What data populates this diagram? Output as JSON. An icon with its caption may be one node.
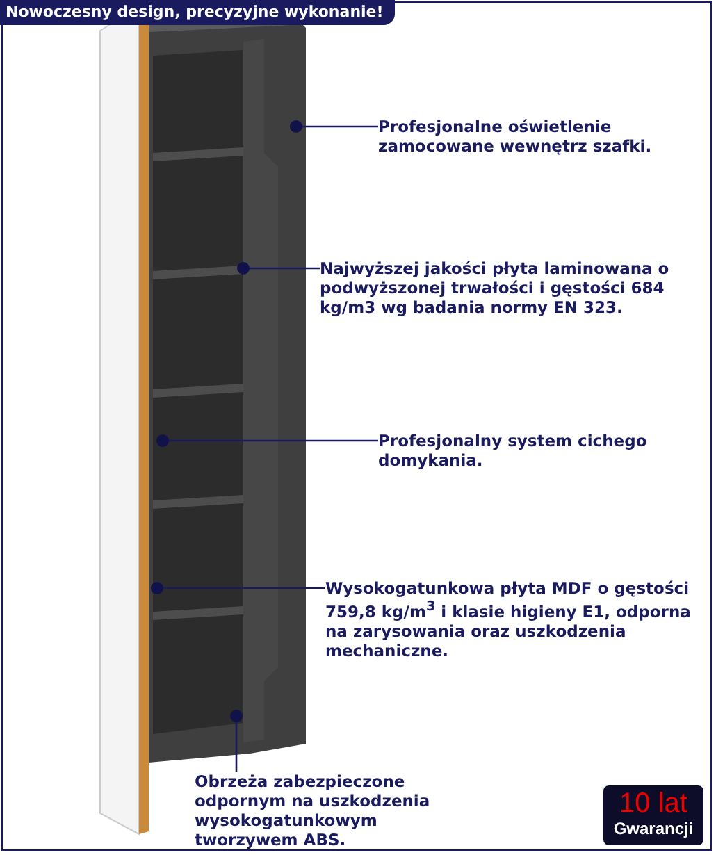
{
  "diagram": {
    "title": "Nowoczesny design, precyzyjne wykonanie!",
    "nodes": [
      {
        "text": [
          "Profesjonalne oświetlenie zamocowane wewnętrz szafki."
        ]
      },
      {
        "text": [
          "Najwyższej jakości płyta laminowana o podwyższonej trwałości i gęstości 684 kg/m3 wg badania normy EN 323."
        ]
      },
      {
        "text": [
          "Profesjonalny system cichego domykania."
        ]
      },
      {
        "text": [
          "Wysokogatunkowa płyta MDF o gęstości 759,8 kg/m$^{3}$ i klasie higieny E1, odporna na zarysowania oraz uszkodzenia mechaniczne."
        ]
      },
      {
        "text": [
          "Obrzeża zabezpieczone odpornym na uszkodzenia wysokogatunkowym tworzywem ABS."
        ]
      }
    ],
    "edges": [
      {
        "from": 0,
        "to": null,
        "arrow": "other"
      },
      {
        "from": 1,
        "to": null,
        "arrow": "other"
      },
      {
        "from": 2,
        "to": null,
        "arrow": "other"
      },
      {
        "from": 3,
        "to": null,
        "arrow": "other"
      },
      {
        "from": 4,
        "to": null,
        "arrow": "other"
      }
    ],
    "labels": [
      "10 lat",
      "Gwarancji"
    ]
  }
}
